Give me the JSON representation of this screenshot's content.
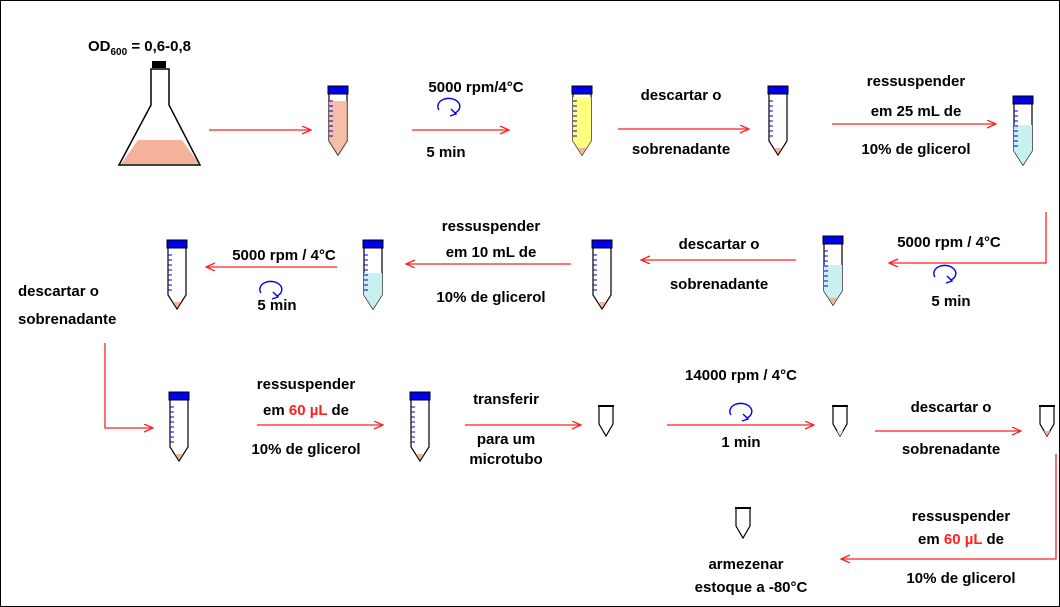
{
  "od": {
    "prefix": "OD",
    "subscript": "600",
    "value": "= 0,6-0,8"
  },
  "row1": {
    "spin_top": "5000 rpm/4°C",
    "spin_bottom": "5 min",
    "discard_top": "descartar o",
    "discard_bottom": "sobrenadante",
    "resuspend_1": "ressuspender",
    "resuspend_2": "em  25 mL de",
    "resuspend_3": "10% de glicerol"
  },
  "row2": {
    "spin_top": "5000 rpm / 4°C",
    "spin_bottom": "5 min",
    "discard_top": "descartar o",
    "discard_bottom": "sobrenadante",
    "resuspend_1": "ressuspender",
    "resuspend_2": "em  10 mL de",
    "resuspend_3": "10% de glicerol",
    "spin2_top": "5000 rpm / 4°C",
    "spin2_bottom": "5 min",
    "discard2_top": "descartar o",
    "discard2_bottom": "sobrenadante"
  },
  "row3": {
    "resuspend_1": "ressuspender",
    "resuspend_2a": "em ",
    "resuspend_2b": "60 µL",
    "resuspend_2c": " de",
    "resuspend_3": "10% de glicerol",
    "transfer_1": "transferir",
    "transfer_2": "para um",
    "transfer_3": "microtubo",
    "spin_top": "14000 rpm  / 4°C",
    "spin_bottom": "1 min",
    "discard_top": "descartar o",
    "discard_bottom": "sobrenadante"
  },
  "row4": {
    "resuspend_1": "ressuspender",
    "resuspend_2a": "em ",
    "resuspend_2b": "60 µL",
    "resuspend_2c": " de",
    "resuspend_3": "10% de glicerol",
    "store_1": "armezenar",
    "store_2": "estoque a -80°C"
  },
  "colors": {
    "arrow": "#ff2020",
    "cap": "#0000ee",
    "culture": "#f4b29a",
    "yellow_supernatant": "#ffff80",
    "glycerol": "#c8f0f0"
  }
}
